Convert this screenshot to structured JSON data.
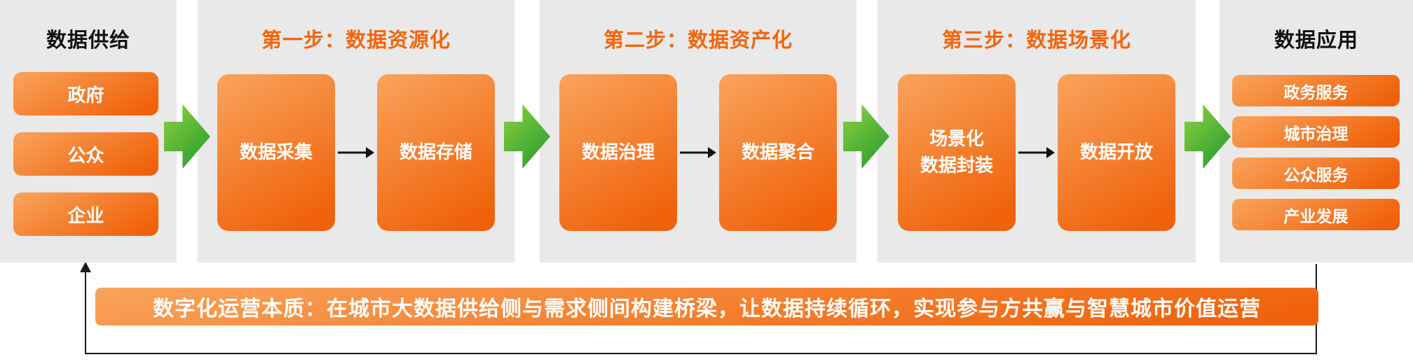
{
  "colors": {
    "panel_bg": "#e9e9e9",
    "orange_start": "#f9a45c",
    "orange_end": "#f0610a",
    "green_start": "#8ed23f",
    "green_end": "#21982f",
    "step_title": "#f4650c",
    "text_dark": "#111111"
  },
  "supply": {
    "title": "数据供给",
    "items": [
      {
        "label": "政府"
      },
      {
        "label": "公众"
      },
      {
        "label": "企业"
      }
    ]
  },
  "steps": [
    {
      "title": "第一步：数据资源化",
      "boxes": [
        "数据采集",
        "数据存储"
      ]
    },
    {
      "title": "第二步：数据资产化",
      "boxes": [
        "数据治理",
        "数据聚合"
      ]
    },
    {
      "title": "第三步：数据场景化",
      "boxes": [
        "场景化\n数据封装",
        "数据开放"
      ]
    }
  ],
  "application": {
    "title": "数据应用",
    "items": [
      {
        "label": "政务服务"
      },
      {
        "label": "城市治理"
      },
      {
        "label": "公众服务"
      },
      {
        "label": "产业发展"
      }
    ]
  },
  "banner": {
    "text": "数字化运营本质：在城市大数据供给侧与需求侧间构建桥梁，让数据持续循环，实现参与方共赢与智慧城市价值运营"
  }
}
